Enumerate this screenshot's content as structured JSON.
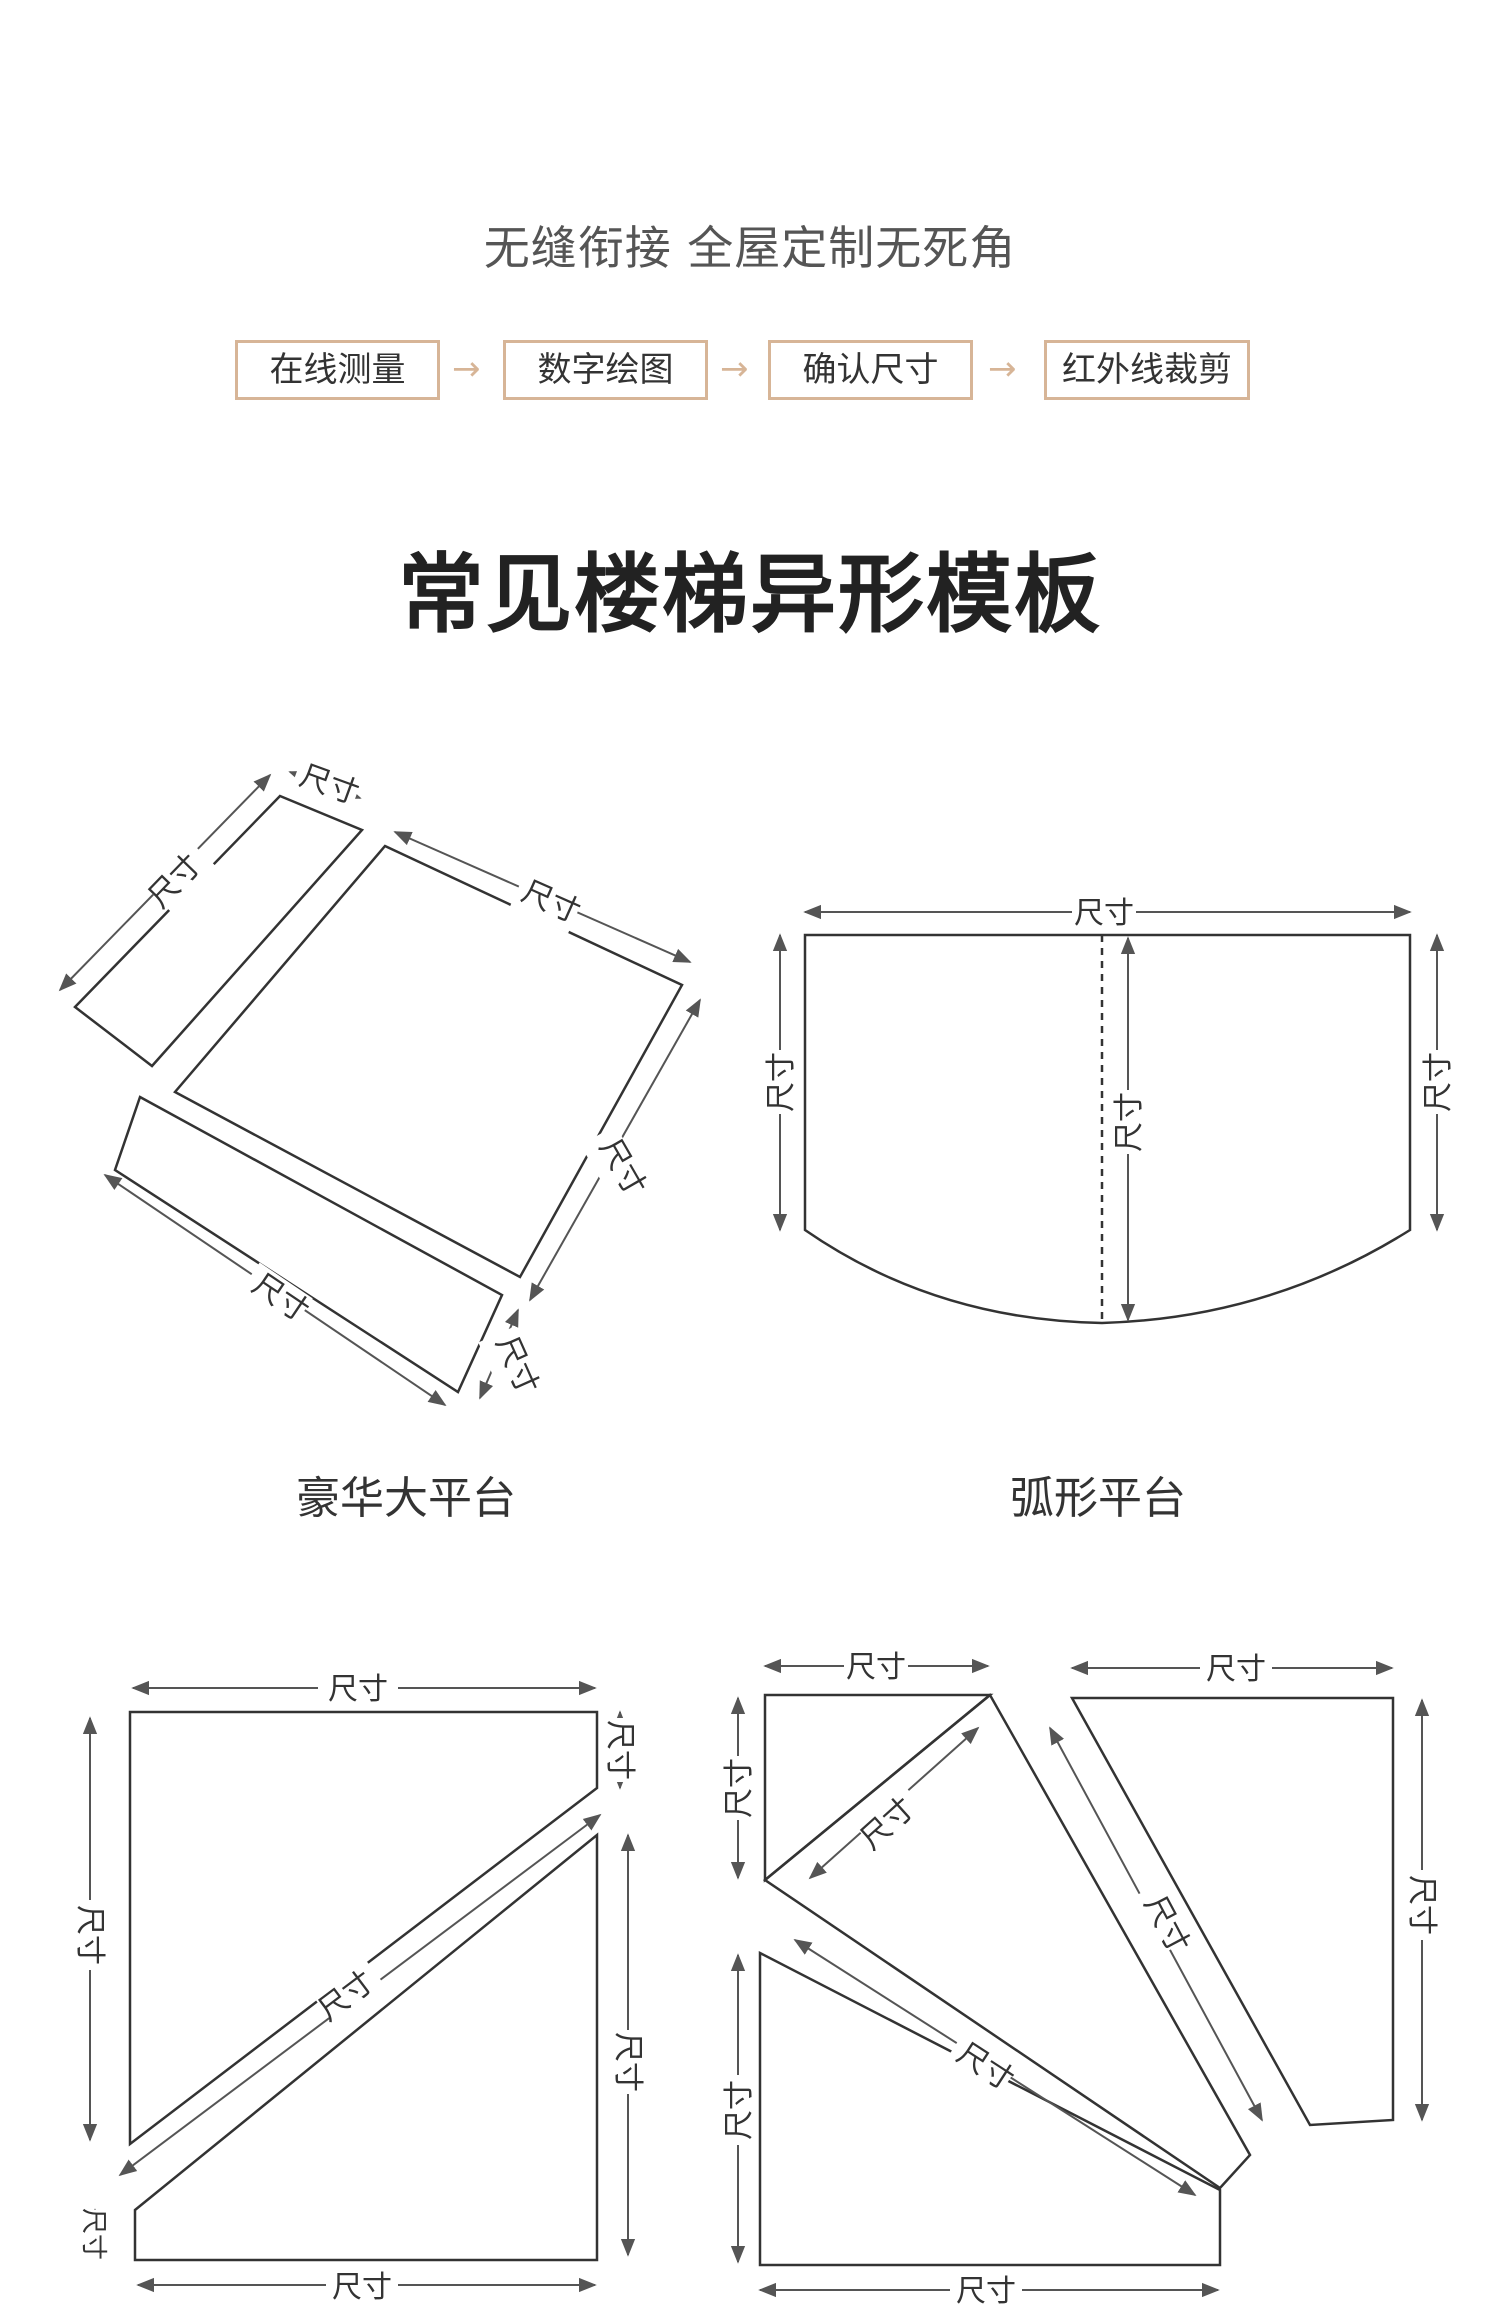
{
  "subtitle": "无缝衔接 全屋定制无死角",
  "process": {
    "steps": [
      "在线测量",
      "数字绘图",
      "确认尺寸",
      "红外线裁剪"
    ],
    "arrow_glyph": "→",
    "border_color": "#d7b597"
  },
  "title": "常见楼梯异形模板",
  "dimension_label": "尺寸",
  "templates": [
    {
      "caption": "豪华大平台"
    },
    {
      "caption": "弧形平台"
    }
  ]
}
